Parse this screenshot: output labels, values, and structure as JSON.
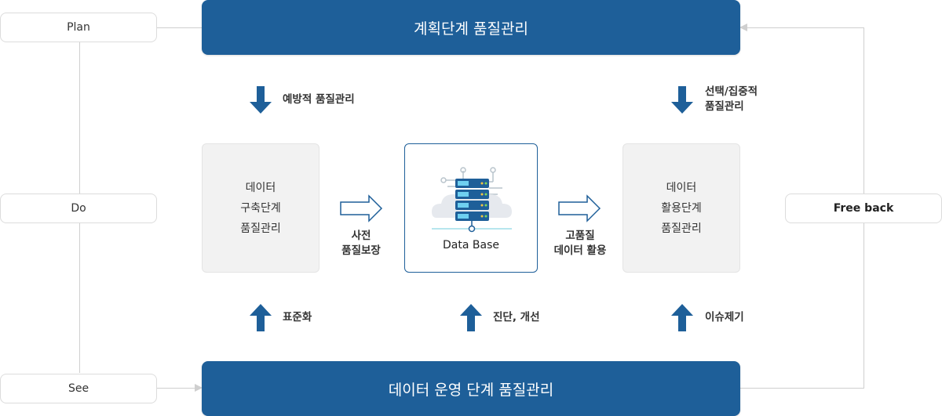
{
  "left_labels": {
    "plan": "Plan",
    "do": "Do",
    "see": "See"
  },
  "right_label": "Free back",
  "top_band": "계획단계 품질관리",
  "bottom_band": "데이터 운영 단계 품질관리",
  "top_arrows": {
    "left": "예방적 품질관리",
    "right_line1": "선택/집중적",
    "right_line2": "품질관리"
  },
  "boxes": {
    "left": [
      "데이터",
      "구축단계",
      "품질관리"
    ],
    "center": "Data Base",
    "right": [
      "데이터",
      "활용단계",
      "품질관리"
    ]
  },
  "side_arrows": {
    "left_line1": "사전",
    "left_line2": "품질보장",
    "right_line1": "고품질",
    "right_line2": "데이터 활용"
  },
  "bottom_arrows": {
    "left": "표준화",
    "center": "진단, 개선",
    "right": "이슈제기"
  },
  "colors": {
    "band": "#1e5f99",
    "arrow": "#1e5f99",
    "line": "#cfcfcf",
    "box": "#f2f2f2"
  }
}
